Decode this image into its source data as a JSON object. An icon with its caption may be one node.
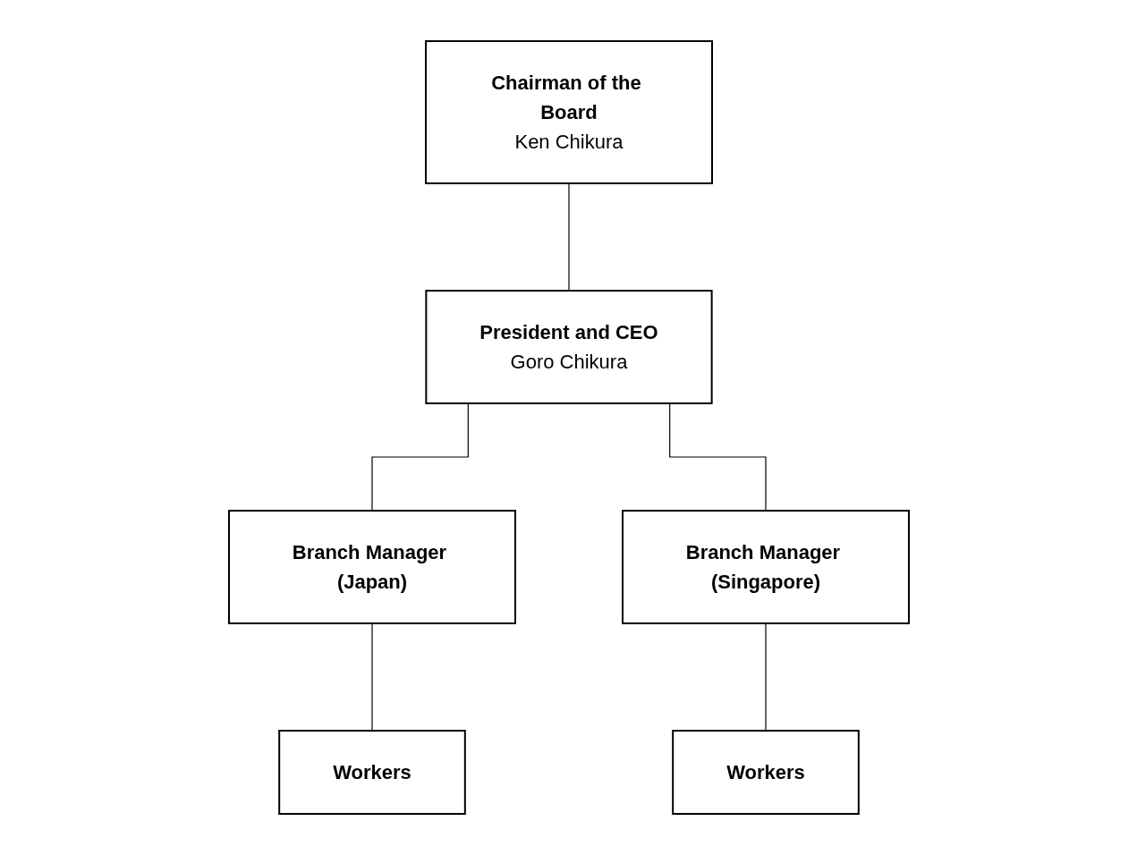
{
  "diagram": {
    "nodes": [
      {
        "text": [
          "Chairman of the Board",
          "Ken Chikura"
        ]
      },
      {
        "text": [
          "President and CEO",
          "Goro Chikura"
        ]
      },
      {
        "text": [
          "Branch Manager (Japan)"
        ]
      },
      {
        "text": [
          "Branch Manager (Singapore)"
        ]
      },
      {
        "text": [
          "Workers"
        ]
      },
      {
        "text": [
          "Workers"
        ]
      }
    ],
    "edges": [
      {
        "from": 0,
        "to": 1,
        "arrow": "none"
      },
      {
        "from": 1,
        "to": 2,
        "arrow": "none"
      },
      {
        "from": 1,
        "to": 3,
        "arrow": "none"
      },
      {
        "from": 2,
        "to": 4,
        "arrow": "none"
      },
      {
        "from": 3,
        "to": 5,
        "arrow": "none"
      }
    ]
  }
}
